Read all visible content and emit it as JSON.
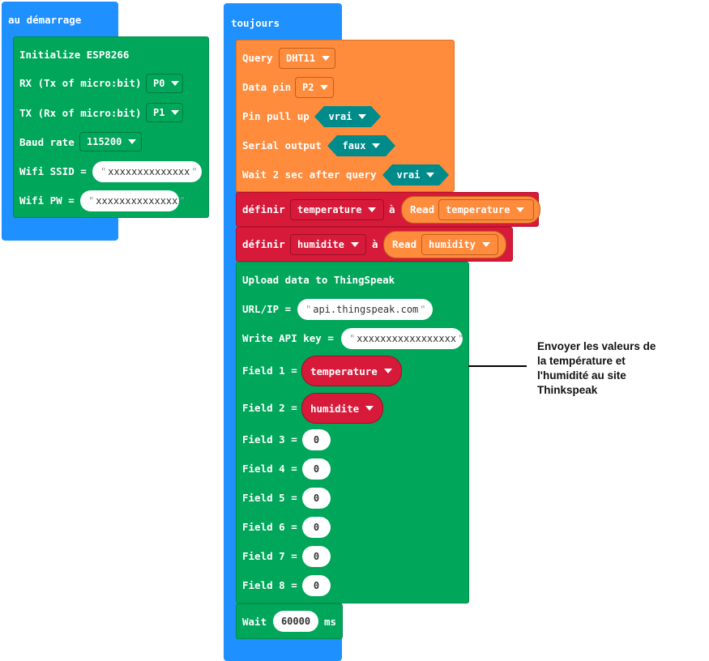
{
  "start_block": {
    "hat": "au démarrage",
    "init": "Initialize ESP8266",
    "rx_label": "RX (Tx of micro:bit)",
    "rx_value": "P0",
    "tx_label": "TX (Rx of micro:bit)",
    "tx_value": "P1",
    "baud_label": "Baud rate",
    "baud_value": "115200",
    "ssid_label": "Wifi SSID =",
    "ssid_value": "xxxxxxxxxxxxxx",
    "pw_label": "Wifi PW =",
    "pw_value": "xxxxxxxxxxxxxx"
  },
  "forever_block": {
    "hat": "toujours",
    "query_label": "Query",
    "query_value": "DHT11",
    "datapin_label": "Data pin",
    "datapin_value": "P2",
    "pullup_label": "Pin pull up",
    "pullup_value": "vrai",
    "serial_label": "Serial output",
    "serial_value": "faux",
    "wait2_label": "Wait 2 sec after query",
    "wait2_value": "vrai",
    "set1_label": "définir",
    "set1_var": "temperature",
    "set1_to": "à",
    "set1_read": "Read",
    "set1_read_value": "temperature",
    "set2_label": "définir",
    "set2_var": "humidite",
    "set2_to": "à",
    "set2_read": "Read",
    "set2_read_value": "humidity",
    "upload_title": "Upload data to ThingSpeak",
    "url_label": "URL/IP =",
    "url_value": "api.thingspeak.com",
    "api_label": "Write API key =",
    "api_value": "xxxxxxxxxxxxxxxxx",
    "fields": [
      {
        "label": "Field 1 =",
        "value": "temperature"
      },
      {
        "label": "Field 2 =",
        "value": "humidite"
      },
      {
        "label": "Field 3 =",
        "value": "0"
      },
      {
        "label": "Field 4 =",
        "value": "0"
      },
      {
        "label": "Field 5 =",
        "value": "0"
      },
      {
        "label": "Field 6 =",
        "value": "0"
      },
      {
        "label": "Field 7 =",
        "value": "0"
      },
      {
        "label": "Field 8 =",
        "value": "0"
      }
    ],
    "wait_label": "Wait",
    "wait_value": "60000",
    "wait_unit": "ms"
  },
  "annotation": {
    "lines": [
      "Envoyer les valeurs de",
      "la température et",
      "l'humidité au site",
      "Thinkspeak"
    ]
  },
  "colors": {
    "event_blue": "#1e90ff",
    "esp_green": "#00a65a",
    "dht_orange": "#ff8b3d",
    "variable_red": "#d71a3a",
    "boolean_teal": "#008b8b"
  }
}
